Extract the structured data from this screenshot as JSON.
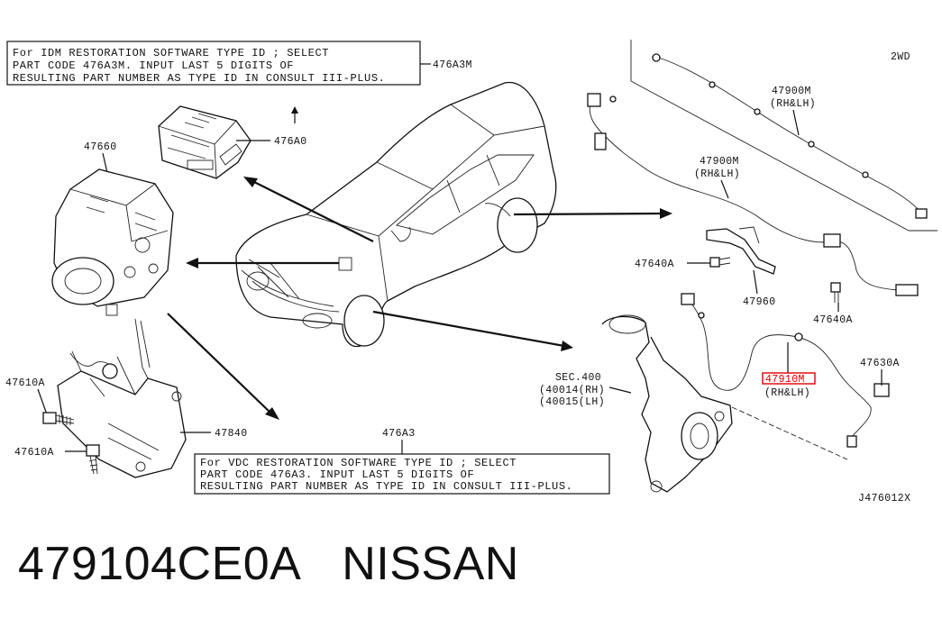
{
  "notes": {
    "idm": [
      "For IDM RESTORATION SOFTWARE TYPE ID ; SELECT",
      "PART CODE 476A3M. INPUT LAST 5 DIGITS OF",
      "RESULTING PART NUMBER AS TYPE ID IN CONSULT III-PLUS."
    ],
    "vdc": [
      "For VDC RESTORATION SOFTWARE TYPE ID ; SELECT",
      "PART CODE 476A3. INPUT LAST 5 DIGITS OF",
      "RESULTING PART NUMBER AS TYPE ID IN CONSULT III-PLUS."
    ]
  },
  "labels": {
    "p476A3M": "476A3M",
    "p476A0": "476A0",
    "p47660": "47660",
    "p47610A_1": "47610A",
    "p47610A_2": "47610A",
    "p47840": "47840",
    "p476A3": "476A3",
    "p2wd": "2WD",
    "p47900M_1": "47900M",
    "p47900M_1_side": "(RH&LH)",
    "p47900M_2": "47900M",
    "p47900M_2_side": "(RH&LH)",
    "p47640A_1": "47640A",
    "p47960": "47960",
    "p47640A_2": "47640A",
    "p47630A": "47630A",
    "sec_1": "SEC.400",
    "sec_2": "(40014(RH)",
    "sec_3": "(40015(LH)",
    "p47910M": "47910M",
    "p47910M_side": "(RH&LH)",
    "diagram_code": "J476012X"
  },
  "highlight_color": "#e00000",
  "footer": {
    "part_number": "479104CE0A",
    "brand": "NISSAN"
  }
}
